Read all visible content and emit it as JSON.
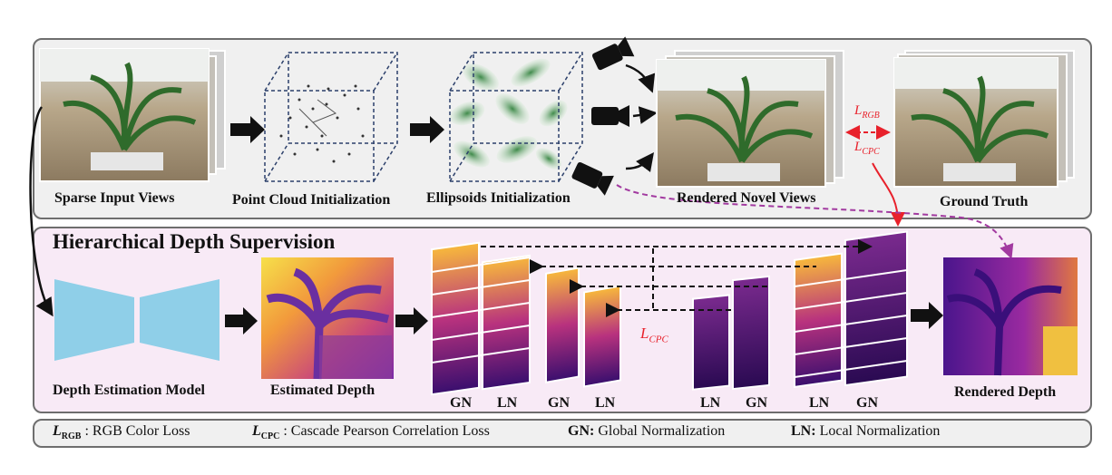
{
  "top": {
    "sparse_input": "Sparse Input Views",
    "point_cloud": "Point Cloud Initialization",
    "ellipsoids": "Ellipsoids Initialization",
    "rendered_novel": "Rendered Novel Views",
    "ground_truth": "Ground Truth",
    "loss_rgb": "L",
    "loss_rgb_sub": "RGB",
    "loss_cpc": "L",
    "loss_cpc_sub": "CPC"
  },
  "middle": {
    "title": "Hierarchical Depth Supervision",
    "depth_model": "Depth Estimation Model",
    "estimated_depth": "Estimated Depth",
    "rendered_depth": "Rendered Depth",
    "loss_cpc": "L",
    "loss_cpc_sub": "CPC",
    "norm_labels": [
      "GN",
      "LN",
      "GN",
      "LN",
      "LN",
      "GN",
      "LN",
      "GN"
    ]
  },
  "legend": {
    "items": [
      {
        "sym": "L",
        "sub": "RGB",
        "text": " : RGB Color Loss"
      },
      {
        "sym": "L",
        "sub": "CPC",
        "text": " : Cascade Pearson Correlation Loss"
      },
      {
        "sym": "GN:",
        "sub": "",
        "text": " Global Normalization"
      },
      {
        "sym": "LN:",
        "sub": "",
        "text": " Local Normalization"
      }
    ]
  },
  "colors": {
    "loss_red": "#e8212b",
    "camera_path": "#a23aa0",
    "network_blue": "#8fcfe8",
    "panel_border": "#6e6e6e"
  }
}
